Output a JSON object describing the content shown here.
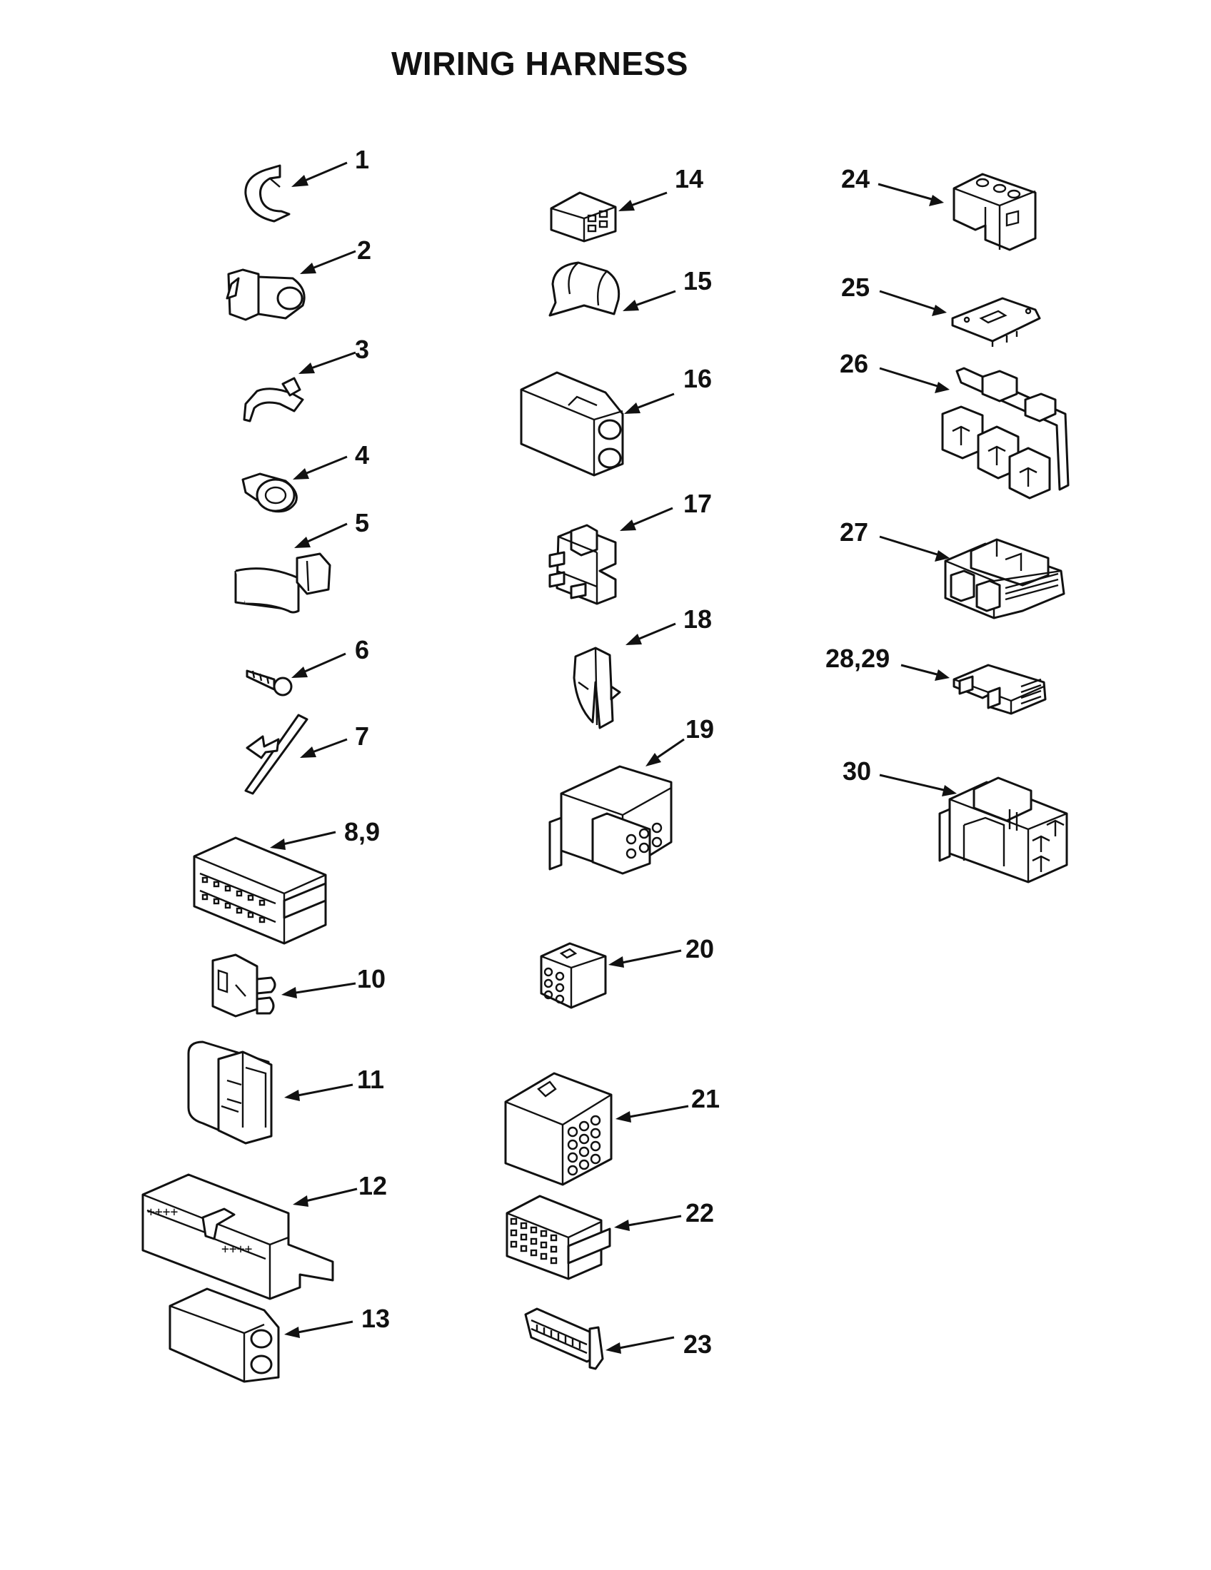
{
  "title": "WIRING HARNESS",
  "parts": [
    {
      "number": "1",
      "icon": "cable-clip-icon"
    },
    {
      "number": "2",
      "icon": "wire-clamp-icon"
    },
    {
      "number": "3",
      "icon": "spring-clip-icon"
    },
    {
      "number": "4",
      "icon": "ring-clip-icon"
    },
    {
      "number": "5",
      "icon": "strap-clamp-icon"
    },
    {
      "number": "6",
      "icon": "screw-icon"
    },
    {
      "number": "7",
      "icon": "push-tie-icon"
    },
    {
      "number": "8,9",
      "icon": "multi-pin-connector-icon"
    },
    {
      "number": "10",
      "icon": "two-way-plug-icon"
    },
    {
      "number": "11",
      "icon": "housing-connector-icon"
    },
    {
      "number": "12",
      "icon": "terminal-strip-icon"
    },
    {
      "number": "13",
      "icon": "two-pin-housing-icon"
    },
    {
      "number": "14",
      "icon": "small-connector-icon"
    },
    {
      "number": "15",
      "icon": "split-sleeve-icon"
    },
    {
      "number": "16",
      "icon": "two-pin-housing-icon"
    },
    {
      "number": "17",
      "icon": "terminal-block-icon"
    },
    {
      "number": "18",
      "icon": "retainer-clip-icon"
    },
    {
      "number": "19",
      "icon": "twelve-pin-connector-icon"
    },
    {
      "number": "20",
      "icon": "six-pin-plug-icon"
    },
    {
      "number": "21",
      "icon": "twelve-pin-housing-icon"
    },
    {
      "number": "22",
      "icon": "multi-row-connector-icon"
    },
    {
      "number": "23",
      "icon": "edge-connector-icon"
    },
    {
      "number": "24",
      "icon": "dual-socket-icon"
    },
    {
      "number": "25",
      "icon": "mounting-plate-icon"
    },
    {
      "number": "26",
      "icon": "relay-board-icon"
    },
    {
      "number": "27",
      "icon": "latch-connector-icon"
    },
    {
      "number": "28,29",
      "icon": "u-connector-icon"
    },
    {
      "number": "30",
      "icon": "power-connector-icon"
    }
  ]
}
